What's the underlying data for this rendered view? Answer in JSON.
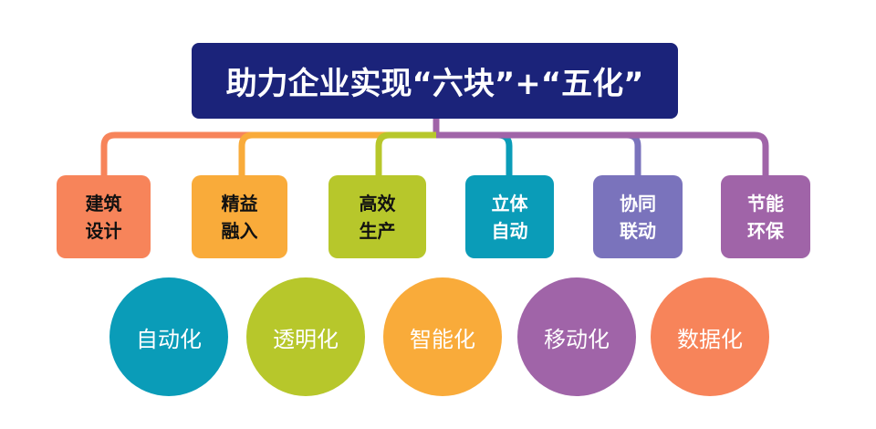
{
  "title": "助力企业实现“六块”+“五化”",
  "blocks": [
    {
      "line1": "建筑",
      "line2": "设计",
      "color": "#f7845a",
      "text": "#111"
    },
    {
      "line1": "精益",
      "line2": "融入",
      "color": "#f9ab3a",
      "text": "#111"
    },
    {
      "line1": "高效",
      "line2": "生产",
      "color": "#b7c72b",
      "text": "#111"
    },
    {
      "line1": "立体",
      "line2": "自动",
      "color": "#0a9cb8",
      "text": "#fff"
    },
    {
      "line1": "协同",
      "line2": "联动",
      "color": "#7a73bc",
      "text": "#fff"
    },
    {
      "line1": "节能",
      "line2": "环保",
      "color": "#a064a8",
      "text": "#fff"
    }
  ],
  "circles": [
    {
      "label": "自动化",
      "color": "#0a9cb8"
    },
    {
      "label": "透明化",
      "color": "#b7c72b"
    },
    {
      "label": "智能化",
      "color": "#f9ab3a"
    },
    {
      "label": "移动化",
      "color": "#a064a8"
    },
    {
      "label": "数据化",
      "color": "#f7845a"
    }
  ]
}
